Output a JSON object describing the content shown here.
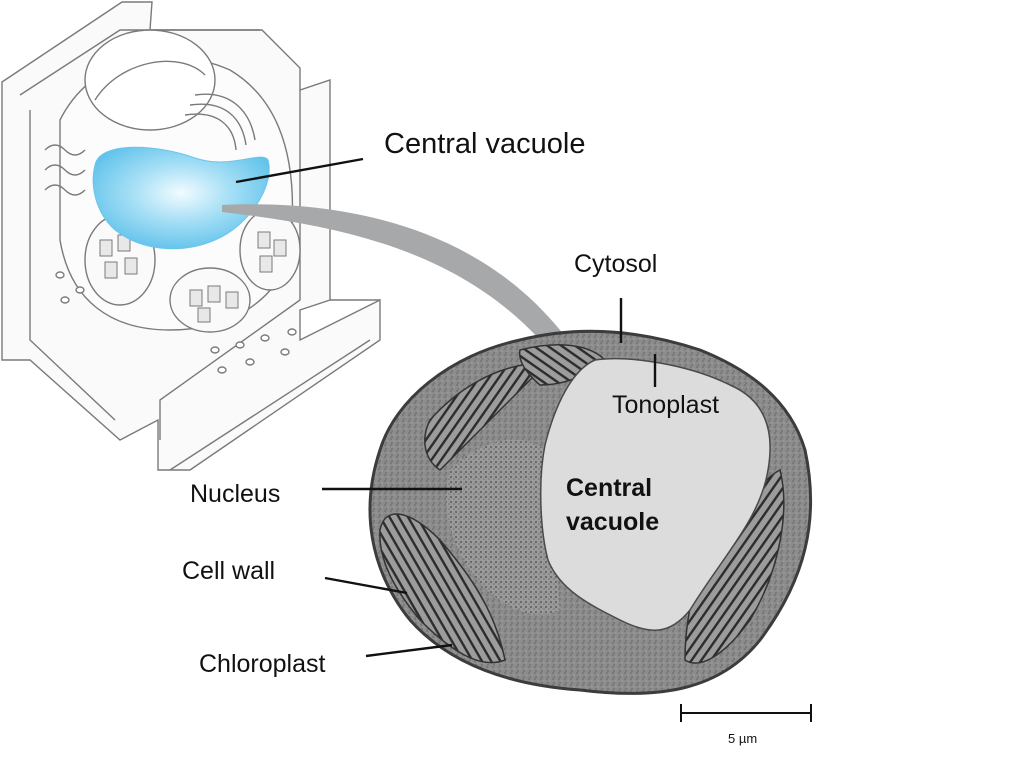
{
  "labels": {
    "central_vacuole_top": "Central vacuole",
    "cytosol": "Cytosol",
    "tonoplast": "Tonoplast",
    "central_vacuole_micro_line1": "Central",
    "central_vacuole_micro_line2": "vacuole",
    "nucleus": "Nucleus",
    "cell_wall": "Cell wall",
    "chloroplast": "Chloroplast",
    "scale_bar": "5 µm"
  },
  "colors": {
    "vacuole_highlight": "#7fd0f0",
    "arrow": "#a6a8aa",
    "micrograph_cytoplasm": "#8f8f8f",
    "micrograph_vacuole": "#dcdcdc"
  }
}
